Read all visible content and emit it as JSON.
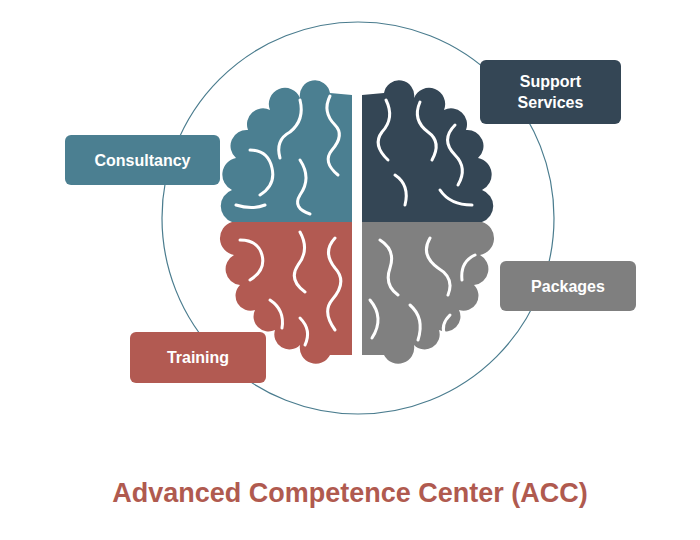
{
  "diagram": {
    "title": "Advanced Competence Center (ACC)",
    "nodes": [
      {
        "text": [
          "Support Services"
        ]
      },
      {
        "text": [
          "Consultancy"
        ]
      },
      {
        "text": [
          "Packages"
        ]
      },
      {
        "text": [
          "Training"
        ]
      }
    ]
  }
}
